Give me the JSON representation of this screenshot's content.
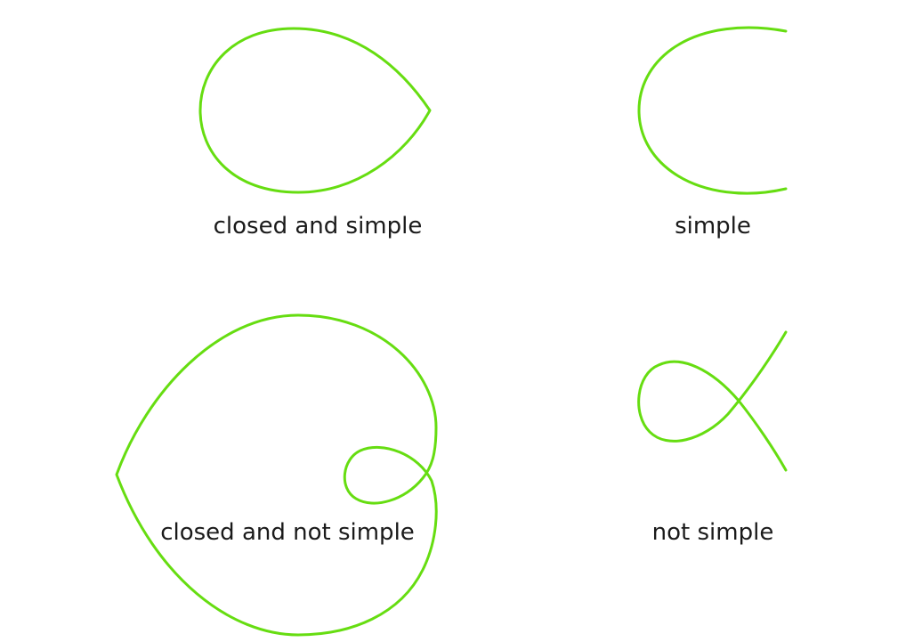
{
  "curve_color": "#66dd11",
  "panels": [
    {
      "label": "closed and simple",
      "curve": "teardrop-closed-curve"
    },
    {
      "label": "simple",
      "curve": "open-arc-curve"
    },
    {
      "label": "closed and not simple",
      "curve": "limacon-loop-curve"
    },
    {
      "label": "not simple",
      "curve": "alpha-crossing-curve"
    }
  ]
}
